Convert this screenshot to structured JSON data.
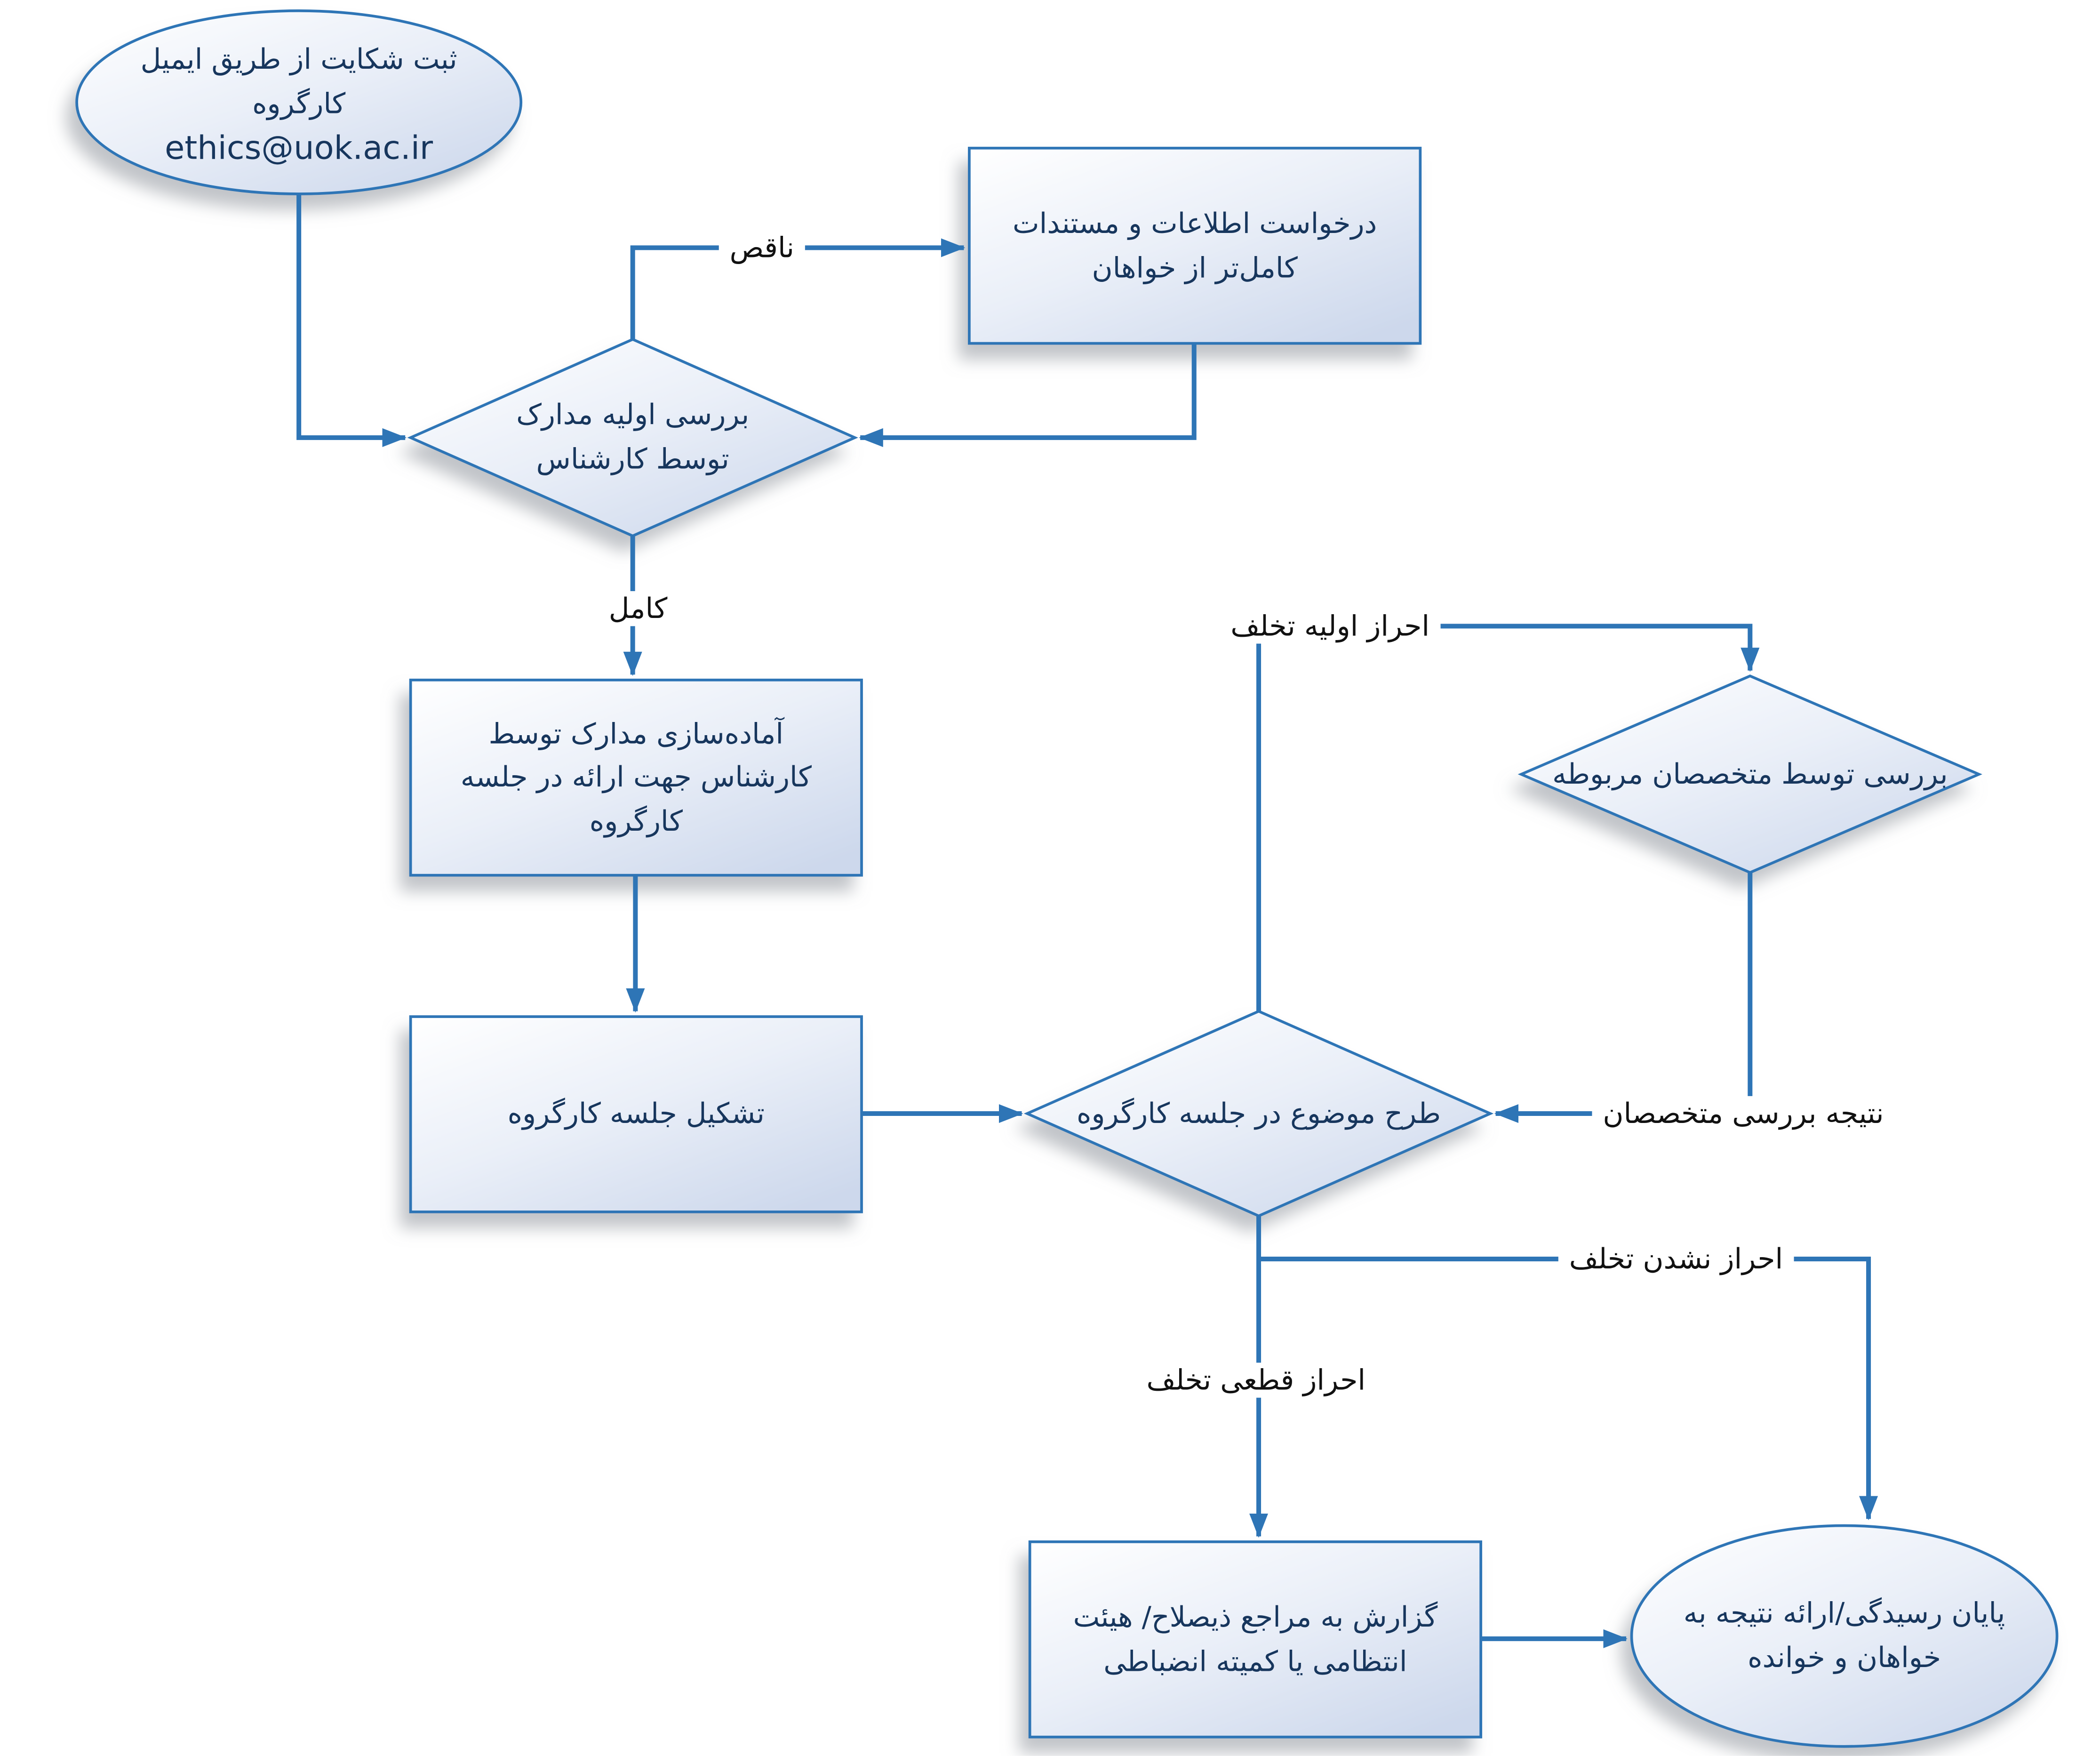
{
  "diagram": {
    "kind": "flowchart",
    "language": "fa",
    "direction": "rtl",
    "background": "#FFFFFF",
    "colors": {
      "shape_stroke": "#2E75B6",
      "connector": "#2E75B6",
      "shape_fill_top": "#FFFFFF",
      "shape_fill_bottom": "#CDD8EC",
      "node_text": "#17365D",
      "edge_label_text": "#111111"
    },
    "nodes": {
      "start": {
        "shape": "ellipse",
        "line1": "ثبت شکایت از طریق ایمیل",
        "line2": "کارگروه",
        "email": "ethics@uok.ac.ir"
      },
      "request_more_docs": {
        "shape": "rectangle",
        "text": "درخواست اطلاعات و مستندات\nکامل‌تر از خواهان"
      },
      "initial_review": {
        "shape": "diamond",
        "text": "بررسی اولیه مدارک\nتوسط کارشناس"
      },
      "prepare_docs": {
        "shape": "rectangle",
        "text": "آماده‌سازی مدارک توسط\nکارشناس جهت ارائه در جلسه\nکارگروه"
      },
      "hold_meeting": {
        "shape": "rectangle",
        "text": "تشکیل جلسه کارگروه"
      },
      "discuss_in_meeting": {
        "shape": "diamond",
        "text": "طرح موضوع در جلسه کارگروه"
      },
      "specialist_review": {
        "shape": "diamond",
        "text": "بررسی توسط متخصصان مربوطه"
      },
      "report_to_authority": {
        "shape": "rectangle",
        "text": "گزارش به مراجع ذیصلاح/ هیئت\nانتظامی یا کمیته انضباطی"
      },
      "end": {
        "shape": "ellipse",
        "text": "پایان رسیدگی/ارائه نتیجه به\nخواهان و خوانده"
      }
    },
    "edge_labels": {
      "incomplete": "ناقص",
      "complete": "کامل",
      "initial_violation": "احراز اولیه تخلف",
      "specialist_result": "نتیجه بررسی متخصصان",
      "no_violation": "احراز نشدن تخلف",
      "definite_violation": "احراز قطعی تخلف"
    }
  }
}
